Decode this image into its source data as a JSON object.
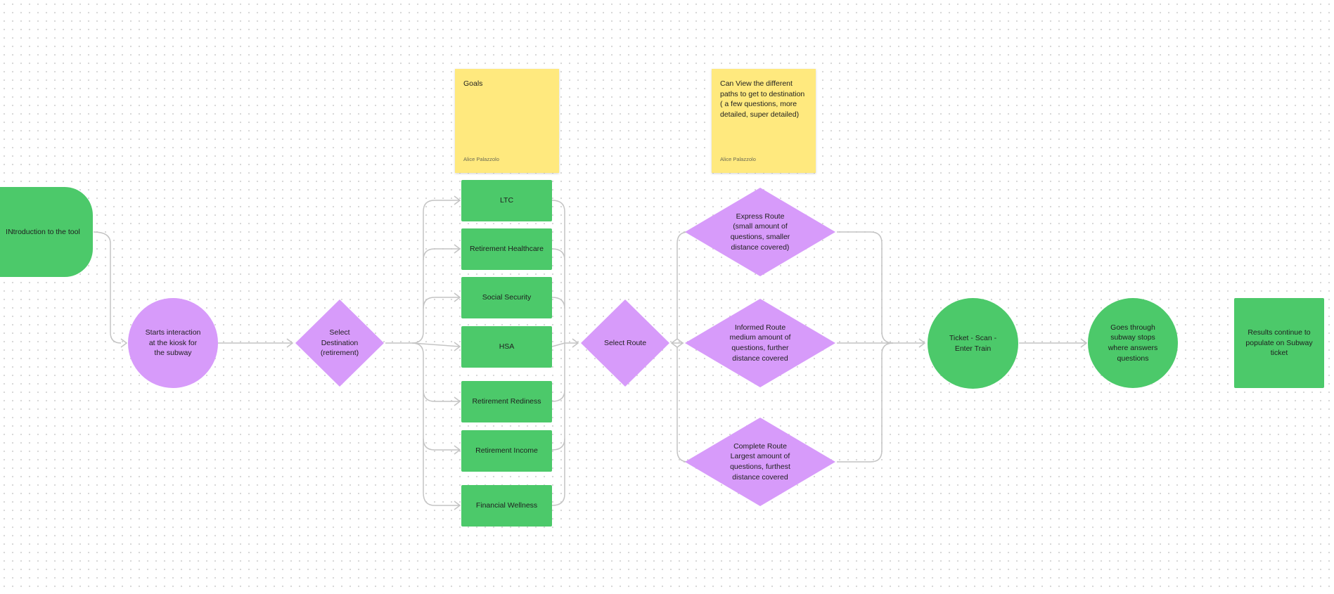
{
  "nodes": {
    "intro": "INtroduction to the tool",
    "start": "Starts interaction\nat the kiosk for\nthe subway",
    "destination": "Select\nDestination\n(retirement)",
    "select_route": "Select Route",
    "ticket": "Ticket  - Scan -\nEnter Train",
    "subway_stops": "Goes through\nsubway stops\nwhere answers\nquestions",
    "results": "Results continue to\npopulate on Subway\nticket"
  },
  "destinations": [
    "LTC",
    "Retirement Healthcare",
    "Social Security",
    "HSA",
    "Retirement Rediness",
    "Retirement  Income",
    "Financial Wellness"
  ],
  "routes": [
    "Express Route\n(small amount of\nquestions, smaller\ndistance covered)",
    "Informed Route\nmedium amount of\nquestions, further\ndistance covered",
    "Complete Route\nLargest amount of\nquestions, furthest\ndistance covered"
  ],
  "stickies": [
    {
      "text": "Goals",
      "author": "Alice Palazzolo"
    },
    {
      "text": "Can View the different\npaths to get to destination\n( a few questions, more\ndetailed, super detailed)",
      "author": "Alice Palazzolo"
    }
  ],
  "colors": {
    "green": "#4cc96a",
    "purple": "#d79bfa",
    "sticky": "#ffe97e",
    "connector": "#c4c4c4"
  }
}
